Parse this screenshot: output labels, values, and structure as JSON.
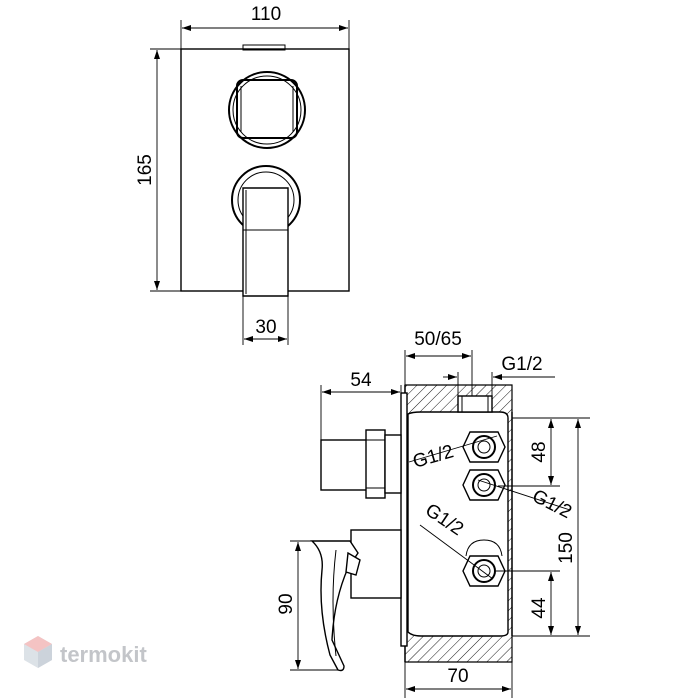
{
  "front_view": {
    "width_label": "110",
    "height_label": "165",
    "lever_width_label": "30"
  },
  "side_view": {
    "depth_label": "50/65",
    "top_port_label": "G1/2",
    "handle_depth_label": "54",
    "port1_label": "G1/2",
    "port2_label": "G1/2",
    "port3_label": "G1/2",
    "spacing_label": "48",
    "height_label": "150",
    "bottom_spacing_label": "44",
    "lever_height_label": "90",
    "width_label": "70"
  },
  "watermark": {
    "brand": "termokit",
    "brand_color": "#c9d0d8",
    "accent_color": "#f2b7b7"
  }
}
